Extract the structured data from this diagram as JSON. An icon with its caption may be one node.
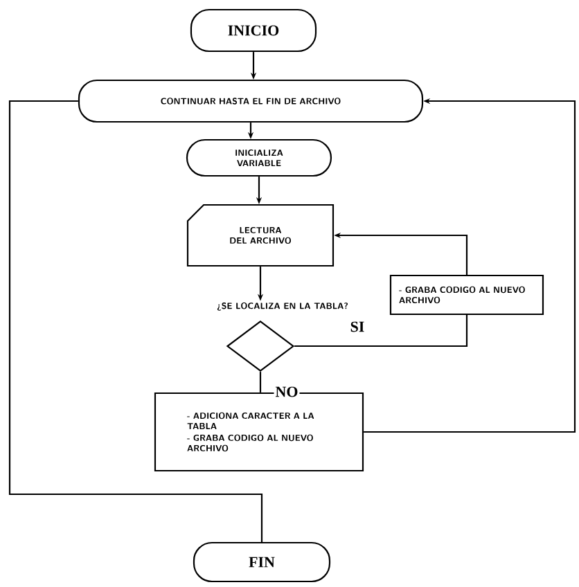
{
  "diagram": {
    "nodes": [
      {
        "text": [
          "INICIO"
        ]
      },
      {
        "text": [
          "CONTINUAR HASTA EL FIN DE ARCHIVO"
        ]
      },
      {
        "text": [
          "INICIALIZA VARIABLE"
        ]
      },
      {
        "text": [
          "LECTURA DEL ARCHIVO"
        ]
      },
      {
        "text": [
          "- GRABA CODIGO AL NUEVO ARCHIVO"
        ]
      },
      {
        "text": [],
        "shape": "diamond",
        "beside": [
          "¿SE LOCALIZA EN LA TABLA?"
        ]
      },
      {
        "text": [
          "- ADICIONA CARACTER A LA TABLA",
          "- GRABA CODIGO AL NUEVO ARCHIVO"
        ]
      },
      {
        "text": [
          "FIN"
        ]
      }
    ],
    "edges": [
      {
        "from": 0,
        "to": 1,
        "arrow": "to"
      },
      {
        "from": 1,
        "to": 2,
        "arrow": "to"
      },
      {
        "from": 2,
        "to": 3,
        "arrow": "to"
      },
      {
        "from": 3,
        "to": 5,
        "arrow": "to"
      },
      {
        "from": 5,
        "to": 4,
        "arrow": "none",
        "label": "SI"
      },
      {
        "from": 4,
        "to": 3,
        "arrow": "to"
      },
      {
        "from": 5,
        "to": 6,
        "arrow": "none",
        "label": "NO"
      },
      {
        "from": 6,
        "to": 1,
        "arrow": "to"
      },
      {
        "from": 1,
        "to": 7,
        "arrow": "none"
      }
    ]
  }
}
